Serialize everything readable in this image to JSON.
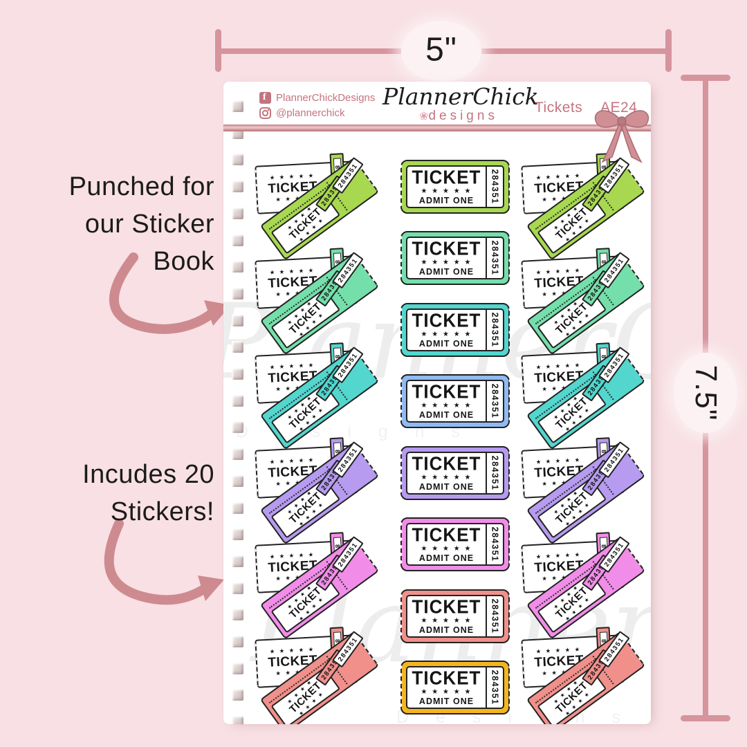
{
  "page": {
    "bg_color": "#f8e0e4",
    "rose_line": "#d6949d",
    "rose_text": "#c4747f",
    "arrow_color": "#ce8b8f",
    "ribbon_color": "#cf8f95"
  },
  "measurements": {
    "width_label": "5\"",
    "height_label": "7.5\""
  },
  "annotations": {
    "punched": "Punched for\nour Sticker\nBook",
    "includes": "Incudes 20\nStickers!"
  },
  "sheet": {
    "header": {
      "facebook_handle": "PlannerChickDesigns",
      "instagram_handle": "@plannerchick",
      "logo_name": "PlannerChick",
      "logo_flower": "❀",
      "logo_sub": "designs",
      "product_name": "Tickets",
      "product_code": "AE24"
    },
    "watermark": {
      "script": "PlannerChick",
      "spaced": "D e s i g n s"
    },
    "ticket_text": {
      "title": "TICKET",
      "stars5": "★ ★ ★ ★ ★",
      "stars4": "★ ★ ★ ★",
      "admit": "ADMIT ONE",
      "number": "284351",
      "tab_number": "8"
    },
    "hole_count": 24,
    "pair_rows": [
      {
        "color": "#a8d850"
      },
      {
        "color": "#74dfab"
      },
      {
        "color": "#52d6ce"
      },
      {
        "color": "#b69bf0"
      },
      {
        "color": "#f18de8"
      },
      {
        "color": "#f1908b"
      }
    ],
    "single_rows": [
      {
        "color": "#a8d850"
      },
      {
        "color": "#74dfab"
      },
      {
        "color": "#52d6ce"
      },
      {
        "color": "#90baf2"
      },
      {
        "color": "#b69bf0"
      },
      {
        "color": "#f18de8"
      },
      {
        "color": "#f1908b"
      },
      {
        "color": "#f4b520"
      }
    ]
  }
}
